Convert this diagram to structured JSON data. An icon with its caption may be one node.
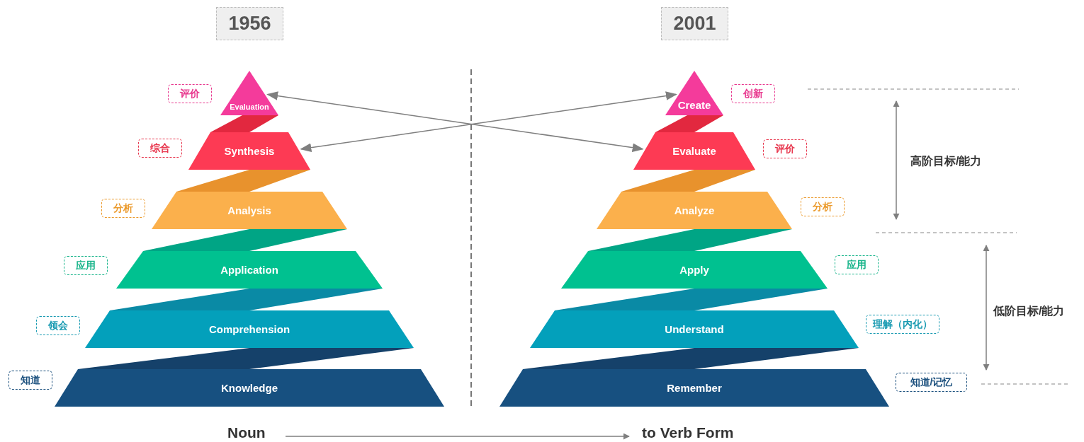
{
  "diagram": {
    "nodes": [
      {
        "text": [
          "1956"
        ]
      },
      {
        "text": [
          "2001"
        ]
      },
      {
        "text": [
          "Evaluation"
        ]
      },
      {
        "text": [
          "Synthesis"
        ]
      },
      {
        "text": [
          "Analysis"
        ]
      },
      {
        "text": [
          "Application"
        ]
      },
      {
        "text": [
          "Comprehension"
        ]
      },
      {
        "text": [
          "Knowledge"
        ]
      },
      {
        "text": [
          "评价"
        ]
      },
      {
        "text": [
          "综合"
        ]
      },
      {
        "text": [
          "分析"
        ]
      },
      {
        "text": [
          "应用"
        ]
      },
      {
        "text": [
          "领会"
        ]
      },
      {
        "text": [
          "知道"
        ]
      },
      {
        "text": [
          "Create"
        ]
      },
      {
        "text": [
          "Evaluate"
        ]
      },
      {
        "text": [
          "Analyze"
        ]
      },
      {
        "text": [
          "Apply"
        ]
      },
      {
        "text": [
          "Understand"
        ]
      },
      {
        "text": [
          "Remember"
        ]
      },
      {
        "text": [
          "创新"
        ]
      },
      {
        "text": [
          "评价"
        ]
      },
      {
        "text": [
          "分析"
        ]
      },
      {
        "text": [
          "应用"
        ]
      },
      {
        "text": [
          "理解（内化）"
        ]
      },
      {
        "text": [
          "知道/记忆"
        ]
      },
      {
        "text": [
          "Noun"
        ]
      },
      {
        "text": [
          "to Verb Form"
        ]
      },
      {
        "text": [],
        "shape": "band"
      },
      {
        "text": [],
        "shape": "band"
      },
      {
        "text": [],
        "shape": "band"
      },
      {
        "text": [],
        "shape": "band"
      },
      {
        "text": [],
        "shape": "band"
      },
      {
        "text": [],
        "shape": "band"
      },
      {
        "text": [],
        "shape": "band"
      },
      {
        "text": [],
        "shape": "band"
      },
      {
        "text": [],
        "shape": "band"
      },
      {
        "text": [],
        "shape": "band"
      }
    ],
    "edges": [
      {
        "from": 2,
        "to": 15,
        "arrow": "both"
      },
      {
        "from": 3,
        "to": 14,
        "arrow": "both"
      },
      {
        "from": 26,
        "to": 27,
        "arrow": "to"
      }
    ],
    "labels": [
      "高阶目标/能力",
      "低阶目标/能力"
    ]
  }
}
